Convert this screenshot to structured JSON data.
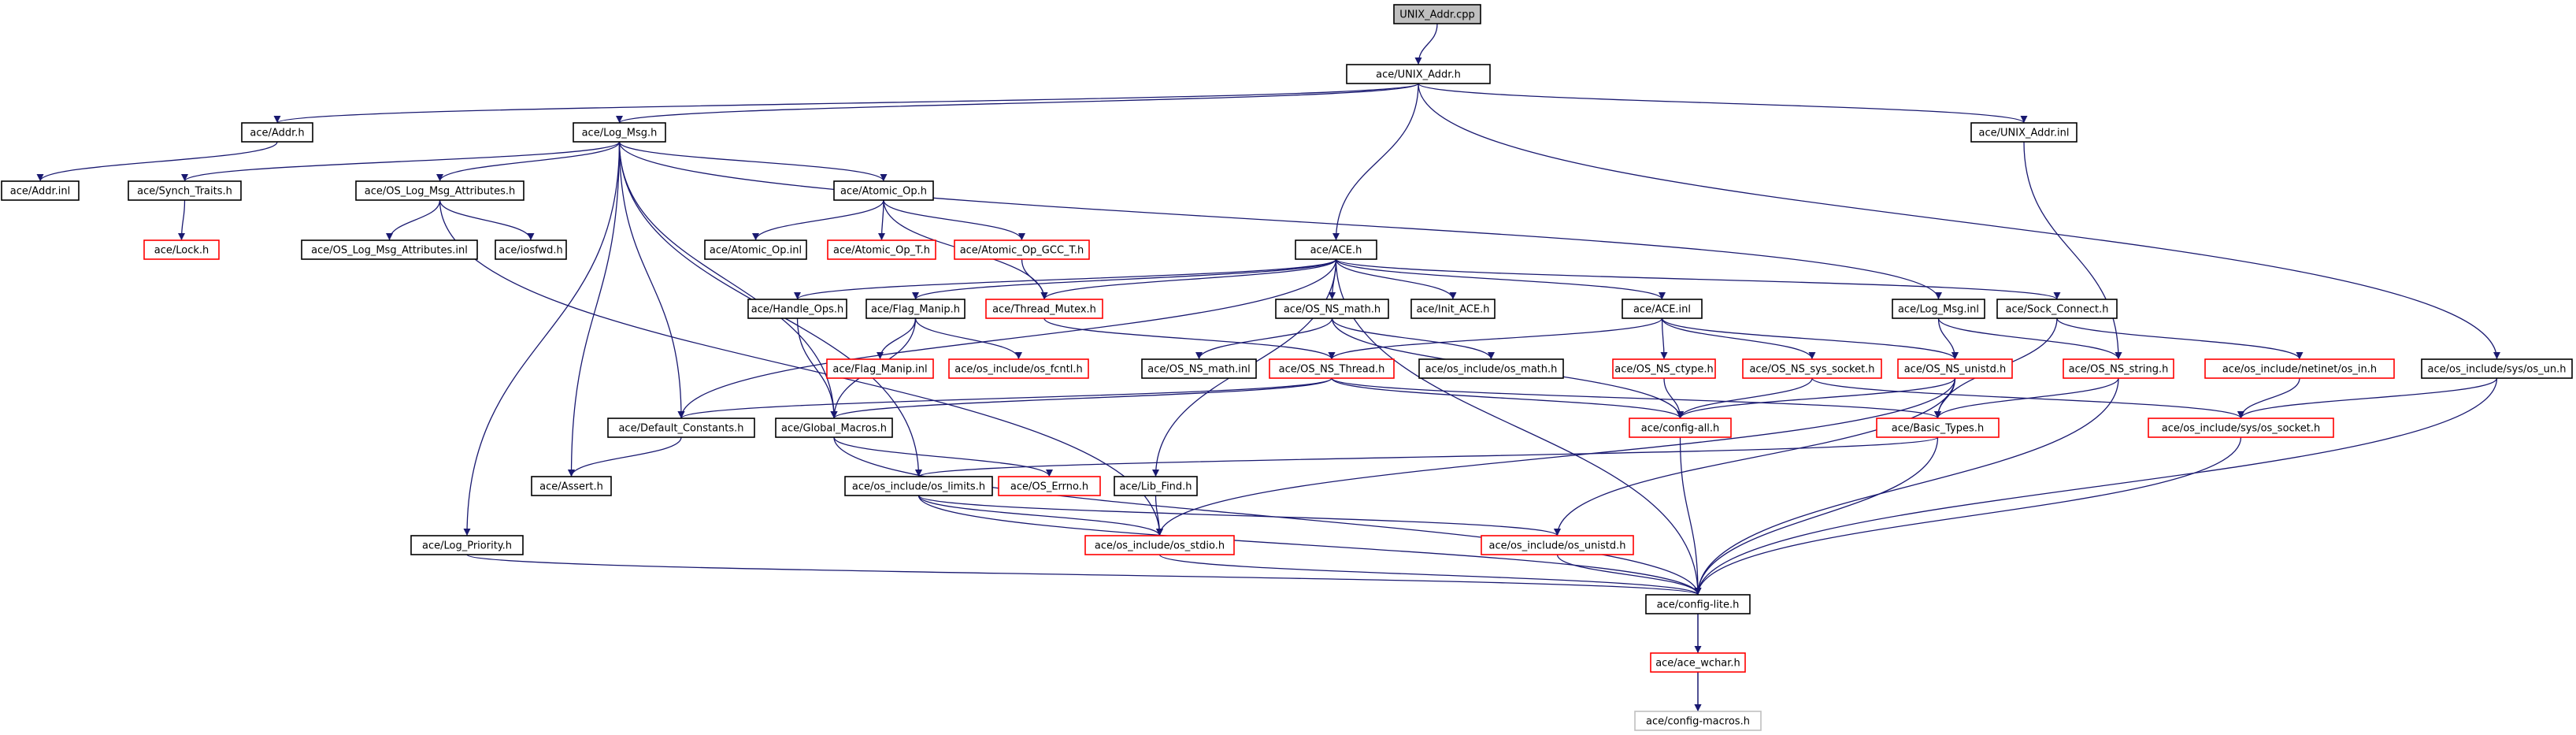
{
  "colors": {
    "edge": "#191970",
    "text": "#000000",
    "border_normal": "#000000",
    "border_truncated": "#ff0000",
    "border_missing": "#bfbfbf",
    "root_fill": "#bfbfbf",
    "fill": "#ffffff"
  },
  "nodes": {
    "root": {
      "label": "UNIX_Addr.cpp",
      "kind": "root"
    },
    "unix_addr_h": {
      "label": "ace/UNIX_Addr.h",
      "kind": "normal"
    },
    "addr_h": {
      "label": "ace/Addr.h",
      "kind": "normal"
    },
    "addr_inl": {
      "label": "ace/Addr.inl",
      "kind": "normal"
    },
    "log_msg_h": {
      "label": "ace/Log_Msg.h",
      "kind": "normal"
    },
    "unix_addr_inl": {
      "label": "ace/UNIX_Addr.inl",
      "kind": "normal"
    },
    "sys_un_h": {
      "label": "ace/os_include/sys/os_un.h",
      "kind": "normal"
    },
    "synch_traits_h": {
      "label": "ace/Synch_Traits.h",
      "kind": "normal"
    },
    "lock_h": {
      "label": "ace/Lock.h",
      "kind": "truncated"
    },
    "os_log_msg_attr_h": {
      "label": "ace/OS_Log_Msg_Attributes.h",
      "kind": "normal"
    },
    "os_log_msg_attr_inl": {
      "label": "ace/OS_Log_Msg_Attributes.inl",
      "kind": "normal"
    },
    "iosfwd_h": {
      "label": "ace/iosfwd.h",
      "kind": "normal"
    },
    "atomic_op_h": {
      "label": "ace/Atomic_Op.h",
      "kind": "normal"
    },
    "atomic_op_inl": {
      "label": "ace/Atomic_Op.inl",
      "kind": "normal"
    },
    "atomic_op_t_h": {
      "label": "ace/Atomic_Op_T.h",
      "kind": "truncated"
    },
    "atomic_op_gcc_t_h": {
      "label": "ace/Atomic_Op_GCC_T.h",
      "kind": "truncated"
    },
    "ace_h": {
      "label": "ace/ACE.h",
      "kind": "normal"
    },
    "handle_ops_h": {
      "label": "ace/Handle_Ops.h",
      "kind": "normal"
    },
    "flag_manip_h": {
      "label": "ace/Flag_Manip.h",
      "kind": "normal"
    },
    "thread_mutex_h": {
      "label": "ace/Thread_Mutex.h",
      "kind": "truncated"
    },
    "os_ns_math_h": {
      "label": "ace/OS_NS_math.h",
      "kind": "normal"
    },
    "init_ace_h": {
      "label": "ace/Init_ACE.h",
      "kind": "normal"
    },
    "ace_inl": {
      "label": "ace/ACE.inl",
      "kind": "normal"
    },
    "log_msg_inl": {
      "label": "ace/Log_Msg.inl",
      "kind": "normal"
    },
    "sock_connect_h": {
      "label": "ace/Sock_Connect.h",
      "kind": "normal"
    },
    "flag_manip_inl": {
      "label": "ace/Flag_Manip.inl",
      "kind": "truncated"
    },
    "os_fcntl_h": {
      "label": "ace/os_include/os_fcntl.h",
      "kind": "truncated"
    },
    "os_ns_math_inl": {
      "label": "ace/OS_NS_math.inl",
      "kind": "normal"
    },
    "os_ns_thread_h": {
      "label": "ace/OS_NS_Thread.h",
      "kind": "truncated"
    },
    "os_math_h": {
      "label": "ace/os_include/os_math.h",
      "kind": "normal"
    },
    "os_ns_ctype_h": {
      "label": "ace/OS_NS_ctype.h",
      "kind": "truncated"
    },
    "os_ns_sys_socket_h": {
      "label": "ace/OS_NS_sys_socket.h",
      "kind": "truncated"
    },
    "os_ns_unistd_h": {
      "label": "ace/OS_NS_unistd.h",
      "kind": "truncated"
    },
    "os_ns_string_h": {
      "label": "ace/OS_NS_string.h",
      "kind": "truncated"
    },
    "netinet_os_in_h": {
      "label": "ace/os_include/netinet/os_in.h",
      "kind": "truncated"
    },
    "default_constants_h": {
      "label": "ace/Default_Constants.h",
      "kind": "normal"
    },
    "global_macros_h": {
      "label": "ace/Global_Macros.h",
      "kind": "normal"
    },
    "config_all_h": {
      "label": "ace/config-all.h",
      "kind": "truncated"
    },
    "basic_types_h": {
      "label": "ace/Basic_Types.h",
      "kind": "truncated"
    },
    "sys_os_socket_h": {
      "label": "ace/os_include/sys/os_socket.h",
      "kind": "truncated"
    },
    "assert_h": {
      "label": "ace/Assert.h",
      "kind": "normal"
    },
    "os_limits_h": {
      "label": "ace/os_include/os_limits.h",
      "kind": "normal"
    },
    "os_errno_h": {
      "label": "ace/OS_Errno.h",
      "kind": "truncated"
    },
    "lib_find_h": {
      "label": "ace/Lib_Find.h",
      "kind": "normal"
    },
    "log_priority_h": {
      "label": "ace/Log_Priority.h",
      "kind": "normal"
    },
    "os_stdio_h": {
      "label": "ace/os_include/os_stdio.h",
      "kind": "truncated"
    },
    "os_unistd_h": {
      "label": "ace/os_include/os_unistd.h",
      "kind": "truncated"
    },
    "config_lite_h": {
      "label": "ace/config-lite.h",
      "kind": "normal"
    },
    "ace_wchar_h": {
      "label": "ace/ace_wchar.h",
      "kind": "truncated"
    },
    "config_macros_h": {
      "label": "ace/config-macros.h",
      "kind": "missing"
    }
  },
  "edges": [
    [
      "root",
      "unix_addr_h"
    ],
    [
      "unix_addr_h",
      "addr_h"
    ],
    [
      "unix_addr_h",
      "log_msg_h"
    ],
    [
      "unix_addr_h",
      "ace_h"
    ],
    [
      "unix_addr_h",
      "unix_addr_inl"
    ],
    [
      "unix_addr_h",
      "sys_un_h"
    ],
    [
      "addr_h",
      "addr_inl"
    ],
    [
      "log_msg_h",
      "synch_traits_h"
    ],
    [
      "log_msg_h",
      "os_log_msg_attr_h"
    ],
    [
      "log_msg_h",
      "atomic_op_h"
    ],
    [
      "log_msg_h",
      "log_msg_inl"
    ],
    [
      "log_msg_h",
      "default_constants_h"
    ],
    [
      "log_msg_h",
      "global_macros_h"
    ],
    [
      "log_msg_h",
      "assert_h"
    ],
    [
      "log_msg_h",
      "os_limits_h"
    ],
    [
      "log_msg_h",
      "log_priority_h"
    ],
    [
      "synch_traits_h",
      "lock_h"
    ],
    [
      "os_log_msg_attr_h",
      "os_log_msg_attr_inl"
    ],
    [
      "os_log_msg_attr_h",
      "iosfwd_h"
    ],
    [
      "os_log_msg_attr_h",
      "os_stdio_h"
    ],
    [
      "atomic_op_h",
      "atomic_op_inl"
    ],
    [
      "atomic_op_h",
      "atomic_op_t_h"
    ],
    [
      "atomic_op_h",
      "atomic_op_gcc_t_h"
    ],
    [
      "atomic_op_h",
      "thread_mutex_h"
    ],
    [
      "atomic_op_gcc_t_h",
      "thread_mutex_h"
    ],
    [
      "ace_h",
      "handle_ops_h"
    ],
    [
      "ace_h",
      "flag_manip_h"
    ],
    [
      "ace_h",
      "thread_mutex_h"
    ],
    [
      "ace_h",
      "os_ns_math_h"
    ],
    [
      "ace_h",
      "init_ace_h"
    ],
    [
      "ace_h",
      "ace_inl"
    ],
    [
      "ace_h",
      "sock_connect_h"
    ],
    [
      "ace_h",
      "default_constants_h"
    ],
    [
      "ace_h",
      "lib_find_h"
    ],
    [
      "ace_h",
      "config_lite_h"
    ],
    [
      "handle_ops_h",
      "global_macros_h"
    ],
    [
      "flag_manip_h",
      "flag_manip_inl"
    ],
    [
      "flag_manip_h",
      "os_fcntl_h"
    ],
    [
      "flag_manip_h",
      "global_macros_h"
    ],
    [
      "thread_mutex_h",
      "os_ns_thread_h"
    ],
    [
      "os_ns_math_h",
      "os_ns_math_inl"
    ],
    [
      "os_ns_math_h",
      "os_math_h"
    ],
    [
      "os_ns_math_h",
      "config_all_h"
    ],
    [
      "ace_inl",
      "os_ns_thread_h"
    ],
    [
      "ace_inl",
      "os_ns_ctype_h"
    ],
    [
      "ace_inl",
      "os_ns_sys_socket_h"
    ],
    [
      "ace_inl",
      "os_ns_unistd_h"
    ],
    [
      "log_msg_inl",
      "os_ns_unistd_h"
    ],
    [
      "log_msg_inl",
      "os_ns_string_h"
    ],
    [
      "sock_connect_h",
      "basic_types_h"
    ],
    [
      "sock_connect_h",
      "netinet_os_in_h"
    ],
    [
      "unix_addr_inl",
      "os_ns_string_h"
    ],
    [
      "os_ns_thread_h",
      "default_constants_h"
    ],
    [
      "os_ns_thread_h",
      "global_macros_h"
    ],
    [
      "os_ns_thread_h",
      "config_all_h"
    ],
    [
      "os_ns_thread_h",
      "basic_types_h"
    ],
    [
      "os_ns_ctype_h",
      "config_all_h"
    ],
    [
      "os_ns_sys_socket_h",
      "config_all_h"
    ],
    [
      "os_ns_sys_socket_h",
      "sys_os_socket_h"
    ],
    [
      "os_ns_unistd_h",
      "config_all_h"
    ],
    [
      "os_ns_unistd_h",
      "basic_types_h"
    ],
    [
      "os_ns_unistd_h",
      "os_stdio_h"
    ],
    [
      "os_ns_unistd_h",
      "os_unistd_h"
    ],
    [
      "os_ns_string_h",
      "basic_types_h"
    ],
    [
      "os_ns_string_h",
      "config_lite_h"
    ],
    [
      "netinet_os_in_h",
      "sys_os_socket_h"
    ],
    [
      "sys_un_h",
      "sys_os_socket_h"
    ],
    [
      "sys_un_h",
      "config_lite_h"
    ],
    [
      "default_constants_h",
      "assert_h"
    ],
    [
      "global_macros_h",
      "os_errno_h"
    ],
    [
      "global_macros_h",
      "config_lite_h"
    ],
    [
      "config_all_h",
      "config_lite_h"
    ],
    [
      "basic_types_h",
      "os_limits_h"
    ],
    [
      "basic_types_h",
      "config_lite_h"
    ],
    [
      "sys_os_socket_h",
      "config_lite_h"
    ],
    [
      "os_limits_h",
      "os_stdio_h"
    ],
    [
      "os_limits_h",
      "os_unistd_h"
    ],
    [
      "os_limits_h",
      "config_lite_h"
    ],
    [
      "lib_find_h",
      "os_stdio_h"
    ],
    [
      "log_priority_h",
      "config_lite_h"
    ],
    [
      "os_stdio_h",
      "config_lite_h"
    ],
    [
      "os_unistd_h",
      "config_lite_h"
    ],
    [
      "config_lite_h",
      "ace_wchar_h"
    ],
    [
      "config_lite_h",
      "config_macros_h"
    ],
    [
      "ace_wchar_h",
      "config_macros_h"
    ]
  ]
}
